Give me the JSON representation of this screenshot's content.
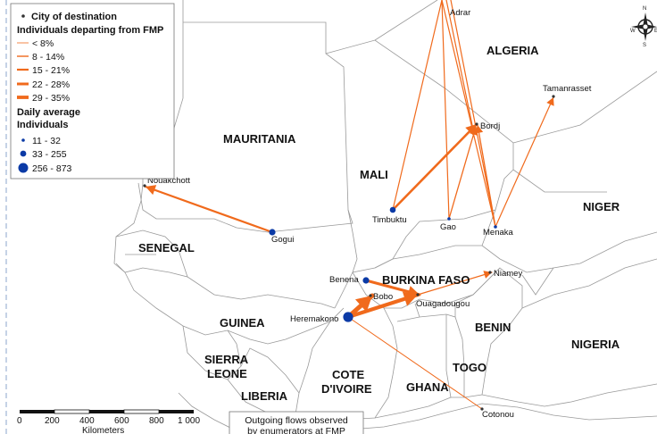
{
  "legend": {
    "city_of_destination": "City of destination",
    "flows_title": "Individuals departing from FMP",
    "flow_classes": [
      "< 8%",
      "8 - 14%",
      "15 - 21%",
      "22 - 28%",
      "29 - 35%"
    ],
    "daily_title_1": "Daily average",
    "daily_title_2": "Individuals",
    "size_classes": [
      "11 - 32",
      "33 - 255",
      "256 - 873"
    ],
    "flow_color": "#f06a1c",
    "dot_color": "#0b3aa6"
  },
  "countries": {
    "algeria": "ALGERIA",
    "mauritania": "MAURITANIA",
    "mali": "MALI",
    "niger": "NIGER",
    "senegal": "SENEGAL",
    "burkina": "BURKINA FASO",
    "guinea": "GUINEA",
    "benin": "BENIN",
    "nigeria": "NIGERIA",
    "sierra_1": "SIERRA",
    "sierra_2": "LEONE",
    "togo": "TOGO",
    "liberia": "LIBERIA",
    "cote_1": "COTE",
    "cote_2": "D'IVOIRE",
    "ghana": "GHANA"
  },
  "cities": {
    "adrar": "Adrar",
    "tamanrasset": "Tamanrasset",
    "bordj": "Bordj",
    "nouakchott": "Nouakchott",
    "timbuktu": "Timbuktu",
    "gao": "Gao",
    "menaka": "Menaka",
    "gogui": "Gogui",
    "niamey": "Niamey",
    "benena": "Benena",
    "bobo": "Bobo",
    "ouagadougou": "Ouagadougou",
    "heremakono": "Heremakono",
    "cotonou": "Cotonou"
  },
  "scale": {
    "ticks": [
      "0",
      "200",
      "400",
      "600",
      "800",
      "1 000"
    ],
    "unit": "Kilometers"
  },
  "note": {
    "line1": "Outgoing flows observed",
    "line2": "by enumerators at FMP"
  },
  "compass": {
    "n": "N",
    "s": "S",
    "e": "E",
    "w": "W"
  }
}
